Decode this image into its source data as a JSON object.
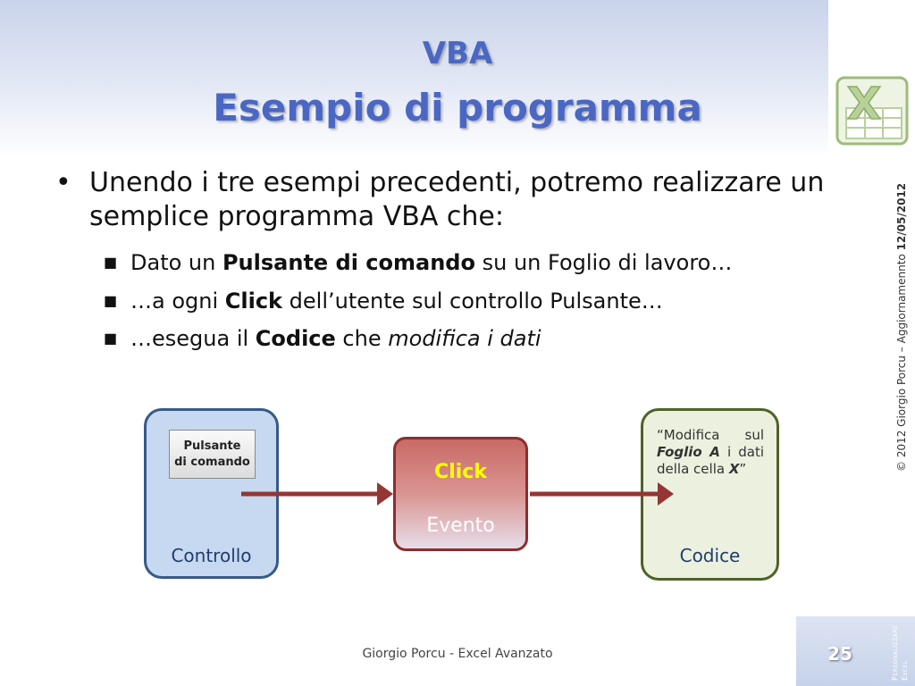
{
  "title": {
    "line1": "VBA",
    "line2": "Esempio di programma"
  },
  "bullet": {
    "text": "Unendo i tre esempi precedenti, potremo realizzare un semplice programma VBA che:"
  },
  "sub_bullets": [
    {
      "pre": "Dato un ",
      "bold": "Pulsante di comando",
      "post": " su un Foglio di lavoro…"
    },
    {
      "pre": "…a ogni ",
      "bold": "Click",
      "post": " dell’utente sul controllo Pulsante…"
    },
    {
      "pre": "…esegua il ",
      "bold": "Codice",
      "post": " che ",
      "italic": "modifica i dati"
    }
  ],
  "diagram": {
    "controllo": {
      "button_text_1": "Pulsante",
      "button_text_2": "di comando",
      "label": "Controllo"
    },
    "evento": {
      "click": "Click",
      "label": "Evento"
    },
    "codice": {
      "desc_1": "“Modifica sul",
      "desc_2": "Foglio A",
      "desc_3": " i dati della cella ",
      "desc_4": "X",
      "desc_5": "”",
      "label": "Codice"
    }
  },
  "side_note": {
    "text": "© 2012 Giorgio Porcu – Aggiornamennto ",
    "date": "12/05/2012"
  },
  "footer": {
    "author": "Giorgio Porcu - Excel Avanzato",
    "page": "25",
    "section_1": "Personalizzare",
    "section_2": "Excel"
  },
  "colors": {
    "title": "#4a67c3",
    "arrow": "#943634",
    "controllo_border": "#375a87",
    "codice_border": "#4f6228",
    "click": "#ffff00"
  },
  "icons": {
    "logo": "excel-logo-icon"
  }
}
